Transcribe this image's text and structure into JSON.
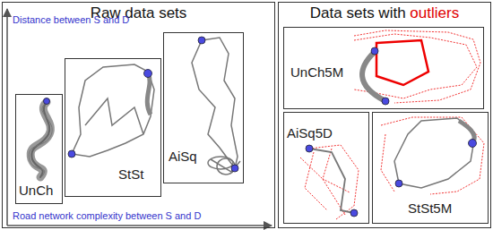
{
  "diagram": {
    "nodes": [
      {
        "text": [
          "Raw data sets"
        ]
      },
      {
        "text": [
          "Data sets with",
          "outliers"
        ]
      },
      {
        "text": [
          "UnCh"
        ],
        "in": 0
      },
      {
        "text": [
          "StSt"
        ],
        "in": 0
      },
      {
        "text": [
          "AiSq"
        ],
        "in": 0
      },
      {
        "text": [
          "UnCh5M"
        ],
        "in": 1
      },
      {
        "text": [
          "AiSq5D"
        ],
        "in": 1
      },
      {
        "text": [
          "StSt5M"
        ],
        "in": 1
      }
    ],
    "labels": [
      "Distance between S and D",
      "Road network complexity between S and D"
    ]
  }
}
